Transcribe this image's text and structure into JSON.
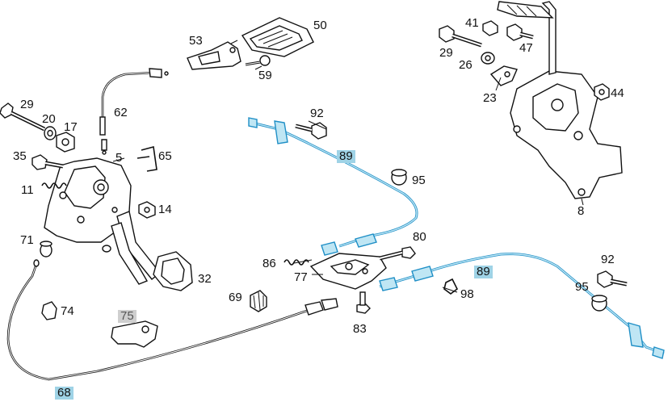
{
  "parts": [
    {
      "id": "p29a",
      "number": "29"
    },
    {
      "id": "p20",
      "number": "20"
    },
    {
      "id": "p17",
      "number": "17"
    },
    {
      "id": "p35",
      "number": "35"
    },
    {
      "id": "p11",
      "number": "11"
    },
    {
      "id": "p71",
      "number": "71"
    },
    {
      "id": "p74",
      "number": "74"
    },
    {
      "id": "p75",
      "number": "75",
      "highlight": "grey"
    },
    {
      "id": "p68",
      "number": "68",
      "highlight": "blue"
    },
    {
      "id": "p62",
      "number": "62"
    },
    {
      "id": "p5",
      "number": "5"
    },
    {
      "id": "p65",
      "number": "65"
    },
    {
      "id": "p14",
      "number": "14"
    },
    {
      "id": "p32",
      "number": "32"
    },
    {
      "id": "p69",
      "number": "69"
    },
    {
      "id": "p53",
      "number": "53"
    },
    {
      "id": "p50",
      "number": "50"
    },
    {
      "id": "p59",
      "number": "59"
    },
    {
      "id": "p92a",
      "number": "92"
    },
    {
      "id": "p89a",
      "number": "89",
      "highlight": "blue"
    },
    {
      "id": "p95a",
      "number": "95"
    },
    {
      "id": "p80",
      "number": "80"
    },
    {
      "id": "p86",
      "number": "86"
    },
    {
      "id": "p77",
      "number": "77"
    },
    {
      "id": "p83",
      "number": "83"
    },
    {
      "id": "p89b",
      "number": "89",
      "highlight": "blue"
    },
    {
      "id": "p98",
      "number": "98"
    },
    {
      "id": "p92b",
      "number": "92"
    },
    {
      "id": "p95b",
      "number": "95"
    },
    {
      "id": "p41",
      "number": "41"
    },
    {
      "id": "p29b",
      "number": "29"
    },
    {
      "id": "p26",
      "number": "26"
    },
    {
      "id": "p47",
      "number": "47"
    },
    {
      "id": "p23",
      "number": "23"
    },
    {
      "id": "p44",
      "number": "44"
    },
    {
      "id": "p8",
      "number": "8"
    }
  ],
  "colors": {
    "highlight_blue": "#9fd3e6",
    "highlight_grey": "#cfcfcf",
    "cable_blue": "#1f8fc6",
    "line": "#111111"
  }
}
